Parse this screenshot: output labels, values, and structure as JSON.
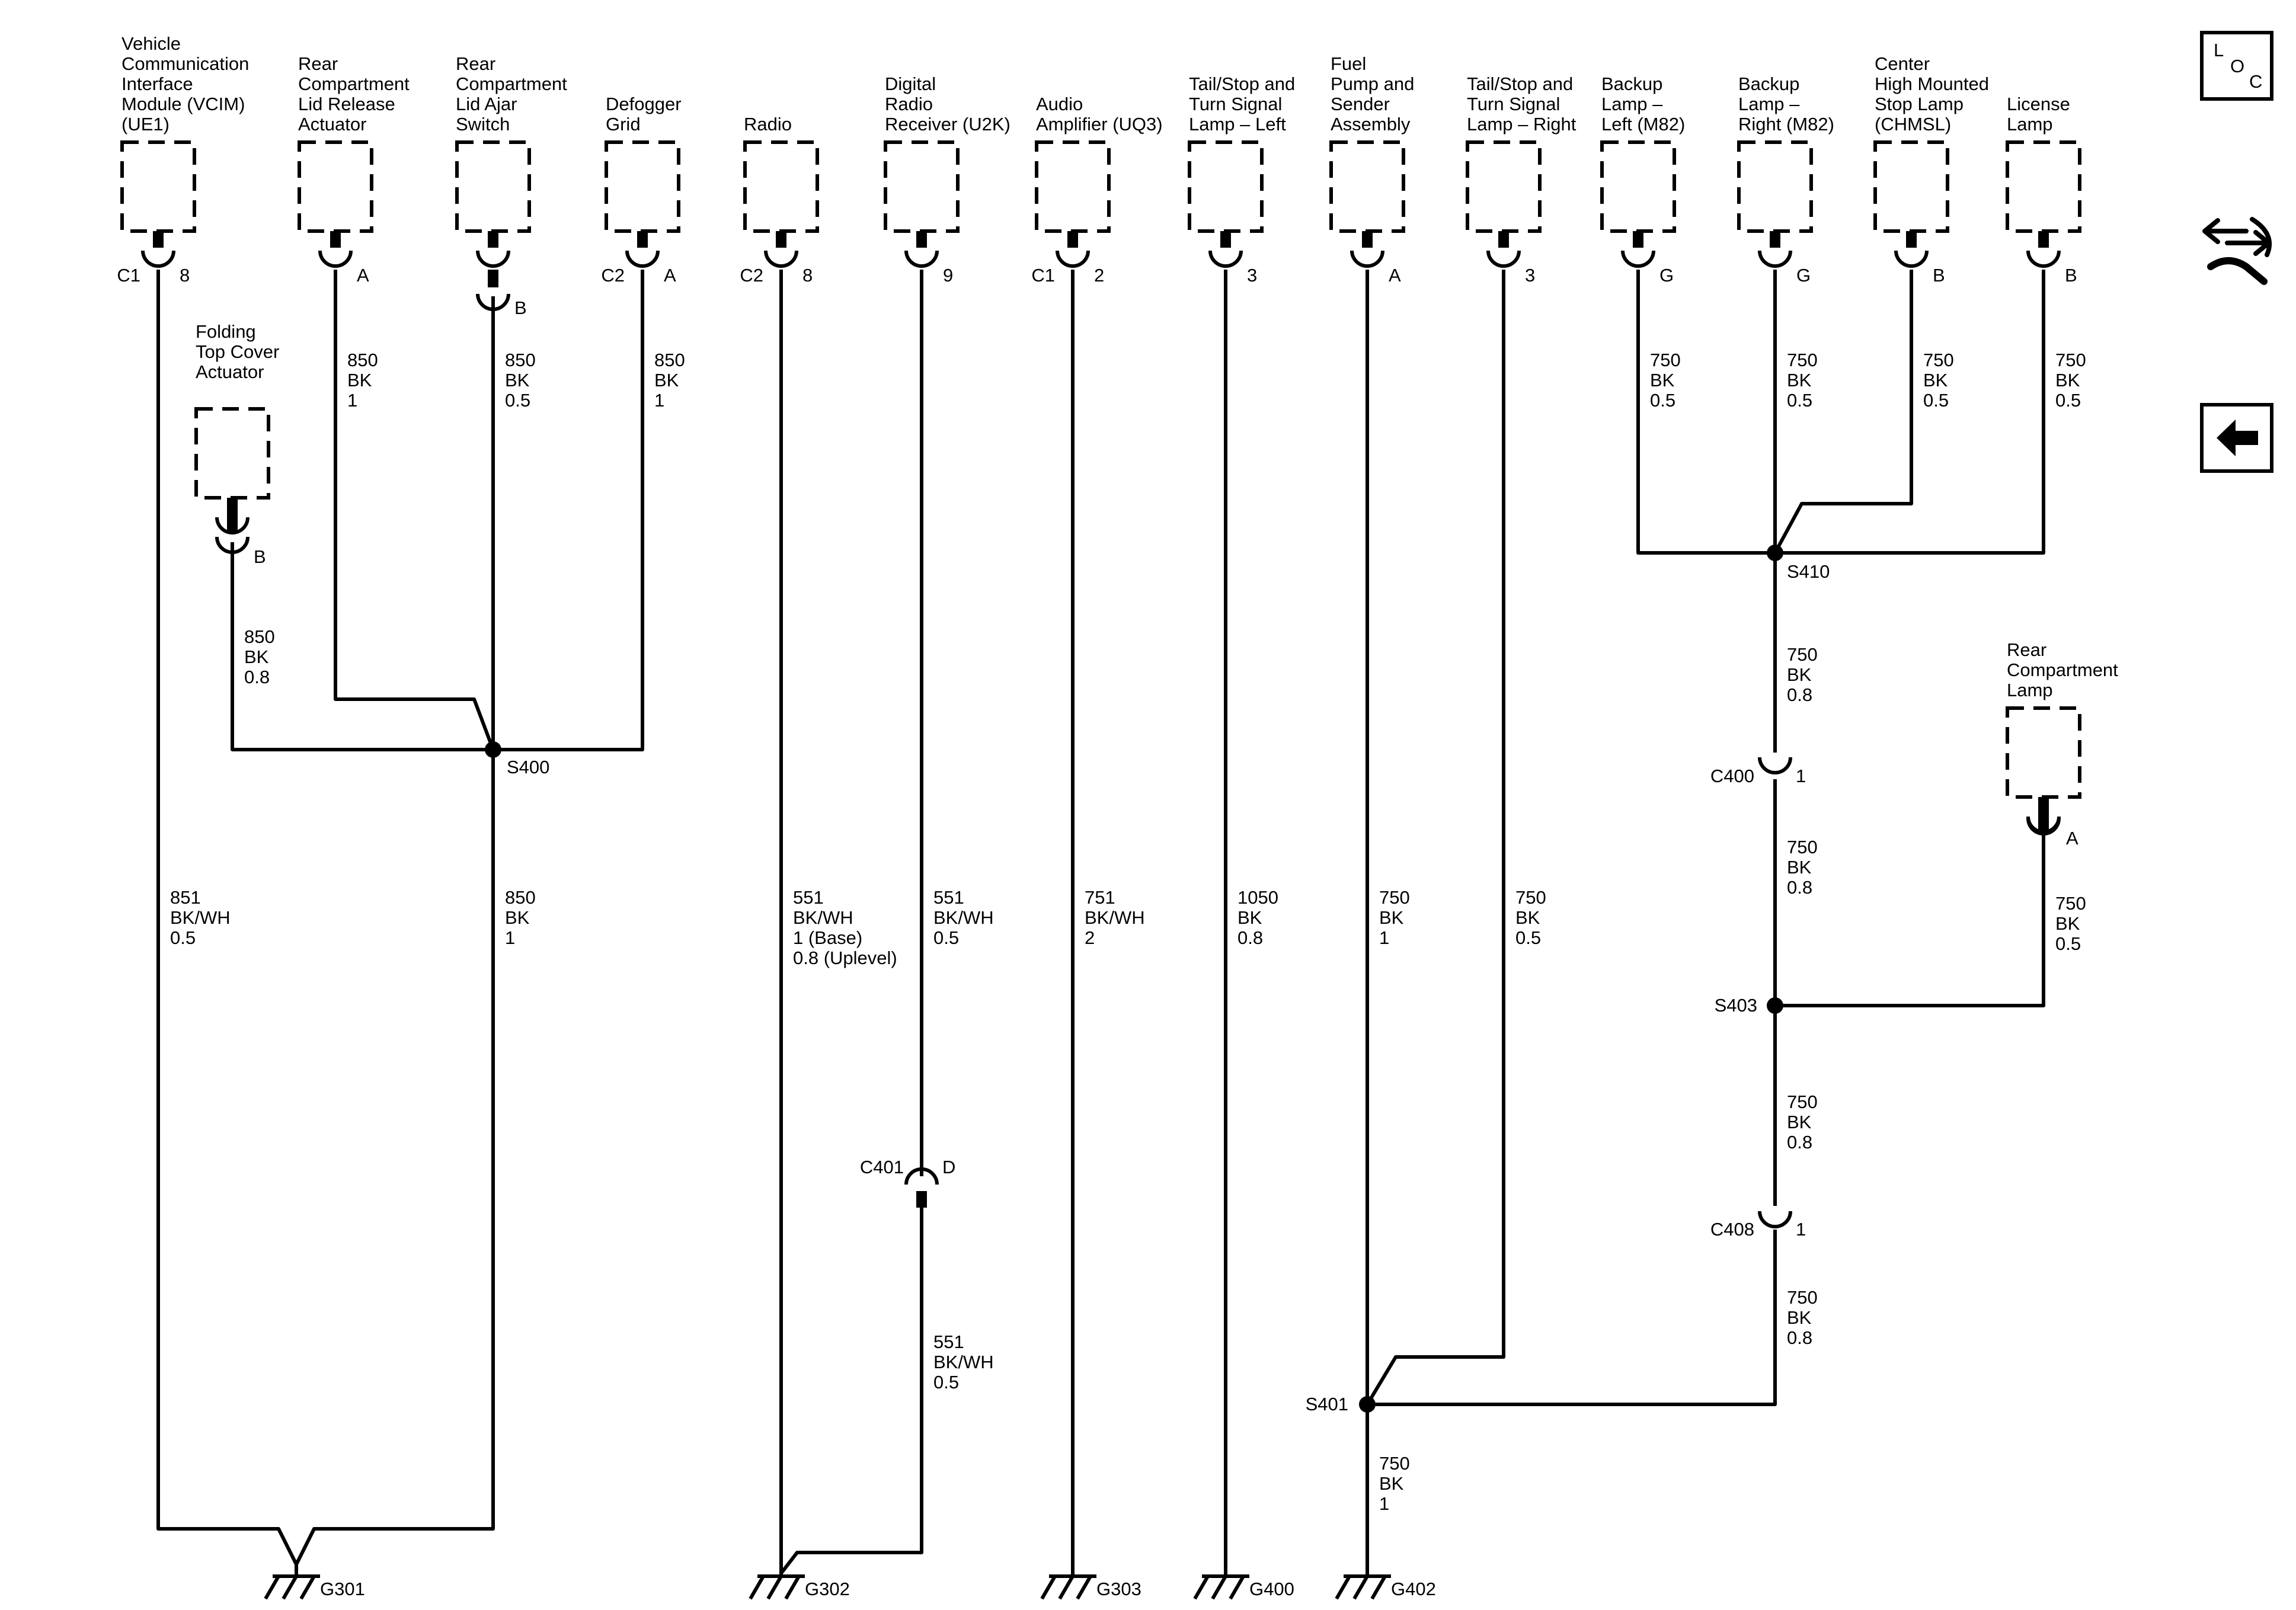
{
  "colors": {
    "wire": "#000000",
    "background": "#ffffff"
  },
  "side_icons": [
    {
      "name": "loc-icon",
      "letters": [
        "L",
        "O",
        "C"
      ]
    },
    {
      "name": "connector-end-view-icon"
    },
    {
      "name": "back-arrow-icon"
    }
  ],
  "components": [
    {
      "id": "vcim",
      "label_lines": [
        "Vehicle",
        "Communication",
        "Interface",
        "Module (VCIM)",
        "(UE1)"
      ]
    },
    {
      "id": "lid-release",
      "label_lines": [
        "Rear",
        "Compartment",
        "Lid Release",
        "Actuator"
      ]
    },
    {
      "id": "lid-ajar",
      "label_lines": [
        "Rear",
        "Compartment",
        "Lid Ajar",
        "Switch"
      ]
    },
    {
      "id": "defogger",
      "label_lines": [
        "Defogger",
        "Grid"
      ]
    },
    {
      "id": "radio",
      "label_lines": [
        "Radio"
      ]
    },
    {
      "id": "digital-radio",
      "label_lines": [
        "Digital",
        "Radio",
        "Receiver (U2K)"
      ]
    },
    {
      "id": "audio-amp",
      "label_lines": [
        "Audio",
        "Amplifier (UQ3)"
      ]
    },
    {
      "id": "tail-left",
      "label_lines": [
        "Tail/Stop and",
        "Turn Signal",
        "Lamp – Left"
      ]
    },
    {
      "id": "fuel-pump",
      "label_lines": [
        "Fuel",
        "Pump and",
        "Sender",
        "Assembly"
      ]
    },
    {
      "id": "tail-right",
      "label_lines": [
        "Tail/Stop and",
        "Turn Signal",
        "Lamp – Right"
      ]
    },
    {
      "id": "backup-left",
      "label_lines": [
        "Backup",
        "Lamp –",
        "Left (M82)"
      ]
    },
    {
      "id": "backup-right",
      "label_lines": [
        "Backup",
        "Lamp –",
        "Right (M82)"
      ]
    },
    {
      "id": "chmsl",
      "label_lines": [
        "Center",
        "High Mounted",
        "Stop Lamp",
        "(CHMSL)"
      ]
    },
    {
      "id": "license",
      "label_lines": [
        "License",
        "Lamp"
      ]
    },
    {
      "id": "folding-top",
      "label_lines": [
        "Folding",
        "Top Cover",
        "Actuator"
      ]
    },
    {
      "id": "rear-comp-lamp",
      "label_lines": [
        "Rear",
        "Compartment",
        "Lamp"
      ]
    }
  ],
  "pins": [
    {
      "id": "vcim",
      "connector": "C1",
      "pin": "8"
    },
    {
      "id": "lid-release",
      "connector": "",
      "pin": "A"
    },
    {
      "id": "lid-ajar",
      "connector": "",
      "pin": "B"
    },
    {
      "id": "defogger",
      "connector": "C2",
      "pin": "A"
    },
    {
      "id": "radio",
      "connector": "C2",
      "pin": "8"
    },
    {
      "id": "digital-radio",
      "connector": "",
      "pin": "9"
    },
    {
      "id": "audio-amp",
      "connector": "C1",
      "pin": "2"
    },
    {
      "id": "tail-left",
      "connector": "",
      "pin": "3"
    },
    {
      "id": "fuel-pump",
      "connector": "",
      "pin": "A"
    },
    {
      "id": "tail-right",
      "connector": "",
      "pin": "3"
    },
    {
      "id": "backup-left",
      "connector": "",
      "pin": "G"
    },
    {
      "id": "backup-right",
      "connector": "",
      "pin": "G"
    },
    {
      "id": "chmsl",
      "connector": "",
      "pin": "B"
    },
    {
      "id": "license",
      "connector": "",
      "pin": "B"
    },
    {
      "id": "folding-top",
      "connector": "",
      "pin": "B"
    },
    {
      "id": "rear-comp-lamp",
      "connector": "",
      "pin": "A"
    }
  ],
  "wire_labels": [
    {
      "id": "lid-release",
      "lines": [
        "850",
        "BK",
        "1"
      ]
    },
    {
      "id": "lid-ajar",
      "lines": [
        "850",
        "BK",
        "0.5"
      ]
    },
    {
      "id": "defogger",
      "lines": [
        "850",
        "BK",
        "1"
      ]
    },
    {
      "id": "folding-top",
      "lines": [
        "850",
        "BK",
        "0.8"
      ]
    },
    {
      "id": "backup-left",
      "lines": [
        "750",
        "BK",
        "0.5"
      ]
    },
    {
      "id": "backup-right",
      "lines": [
        "750",
        "BK",
        "0.5"
      ]
    },
    {
      "id": "chmsl",
      "lines": [
        "750",
        "BK",
        "0.5"
      ]
    },
    {
      "id": "license",
      "lines": [
        "750",
        "BK",
        "0.5"
      ]
    },
    {
      "id": "s410-c400",
      "lines": [
        "750",
        "BK",
        "0.8"
      ]
    },
    {
      "id": "c400-s403",
      "lines": [
        "750",
        "BK",
        "0.8"
      ]
    },
    {
      "id": "rear-comp-lamp",
      "lines": [
        "750",
        "BK",
        "0.5"
      ]
    },
    {
      "id": "s403-c408",
      "lines": [
        "750",
        "BK",
        "0.8"
      ]
    },
    {
      "id": "c408-s401",
      "lines": [
        "750",
        "BK",
        "0.8"
      ]
    },
    {
      "id": "vcim",
      "lines": [
        "851",
        "BK/WH",
        "0.5"
      ]
    },
    {
      "id": "s400-g301",
      "lines": [
        "850",
        "BK",
        "1"
      ]
    },
    {
      "id": "radio",
      "lines": [
        "551",
        "BK/WH",
        "1 (Base)",
        "0.8 (Uplevel)"
      ]
    },
    {
      "id": "digital-radio",
      "lines": [
        "551",
        "BK/WH",
        "0.5"
      ]
    },
    {
      "id": "audio-amp",
      "lines": [
        "751",
        "BK/WH",
        "2"
      ]
    },
    {
      "id": "tail-left",
      "lines": [
        "1050",
        "BK",
        "0.8"
      ]
    },
    {
      "id": "fuel-pump",
      "lines": [
        "750",
        "BK",
        "1"
      ]
    },
    {
      "id": "tail-right",
      "lines": [
        "750",
        "BK",
        "0.5"
      ]
    },
    {
      "id": "c401-g302",
      "lines": [
        "551",
        "BK/WH",
        "0.5"
      ]
    },
    {
      "id": "s401-g402",
      "lines": [
        "750",
        "BK",
        "1"
      ]
    }
  ],
  "splices": [
    {
      "id": "S400",
      "label": "S400"
    },
    {
      "id": "S410",
      "label": "S410"
    },
    {
      "id": "S403",
      "label": "S403"
    },
    {
      "id": "S401",
      "label": "S401"
    }
  ],
  "inline_connectors": [
    {
      "id": "C400",
      "label": "C400",
      "pin": "1"
    },
    {
      "id": "C408",
      "label": "C408",
      "pin": "1"
    },
    {
      "id": "C401",
      "label": "C401",
      "pin": "D"
    }
  ],
  "grounds": [
    {
      "id": "G301",
      "label": "G301"
    },
    {
      "id": "G302",
      "label": "G302"
    },
    {
      "id": "G303",
      "label": "G303"
    },
    {
      "id": "G400",
      "label": "G400"
    },
    {
      "id": "G402",
      "label": "G402"
    }
  ]
}
